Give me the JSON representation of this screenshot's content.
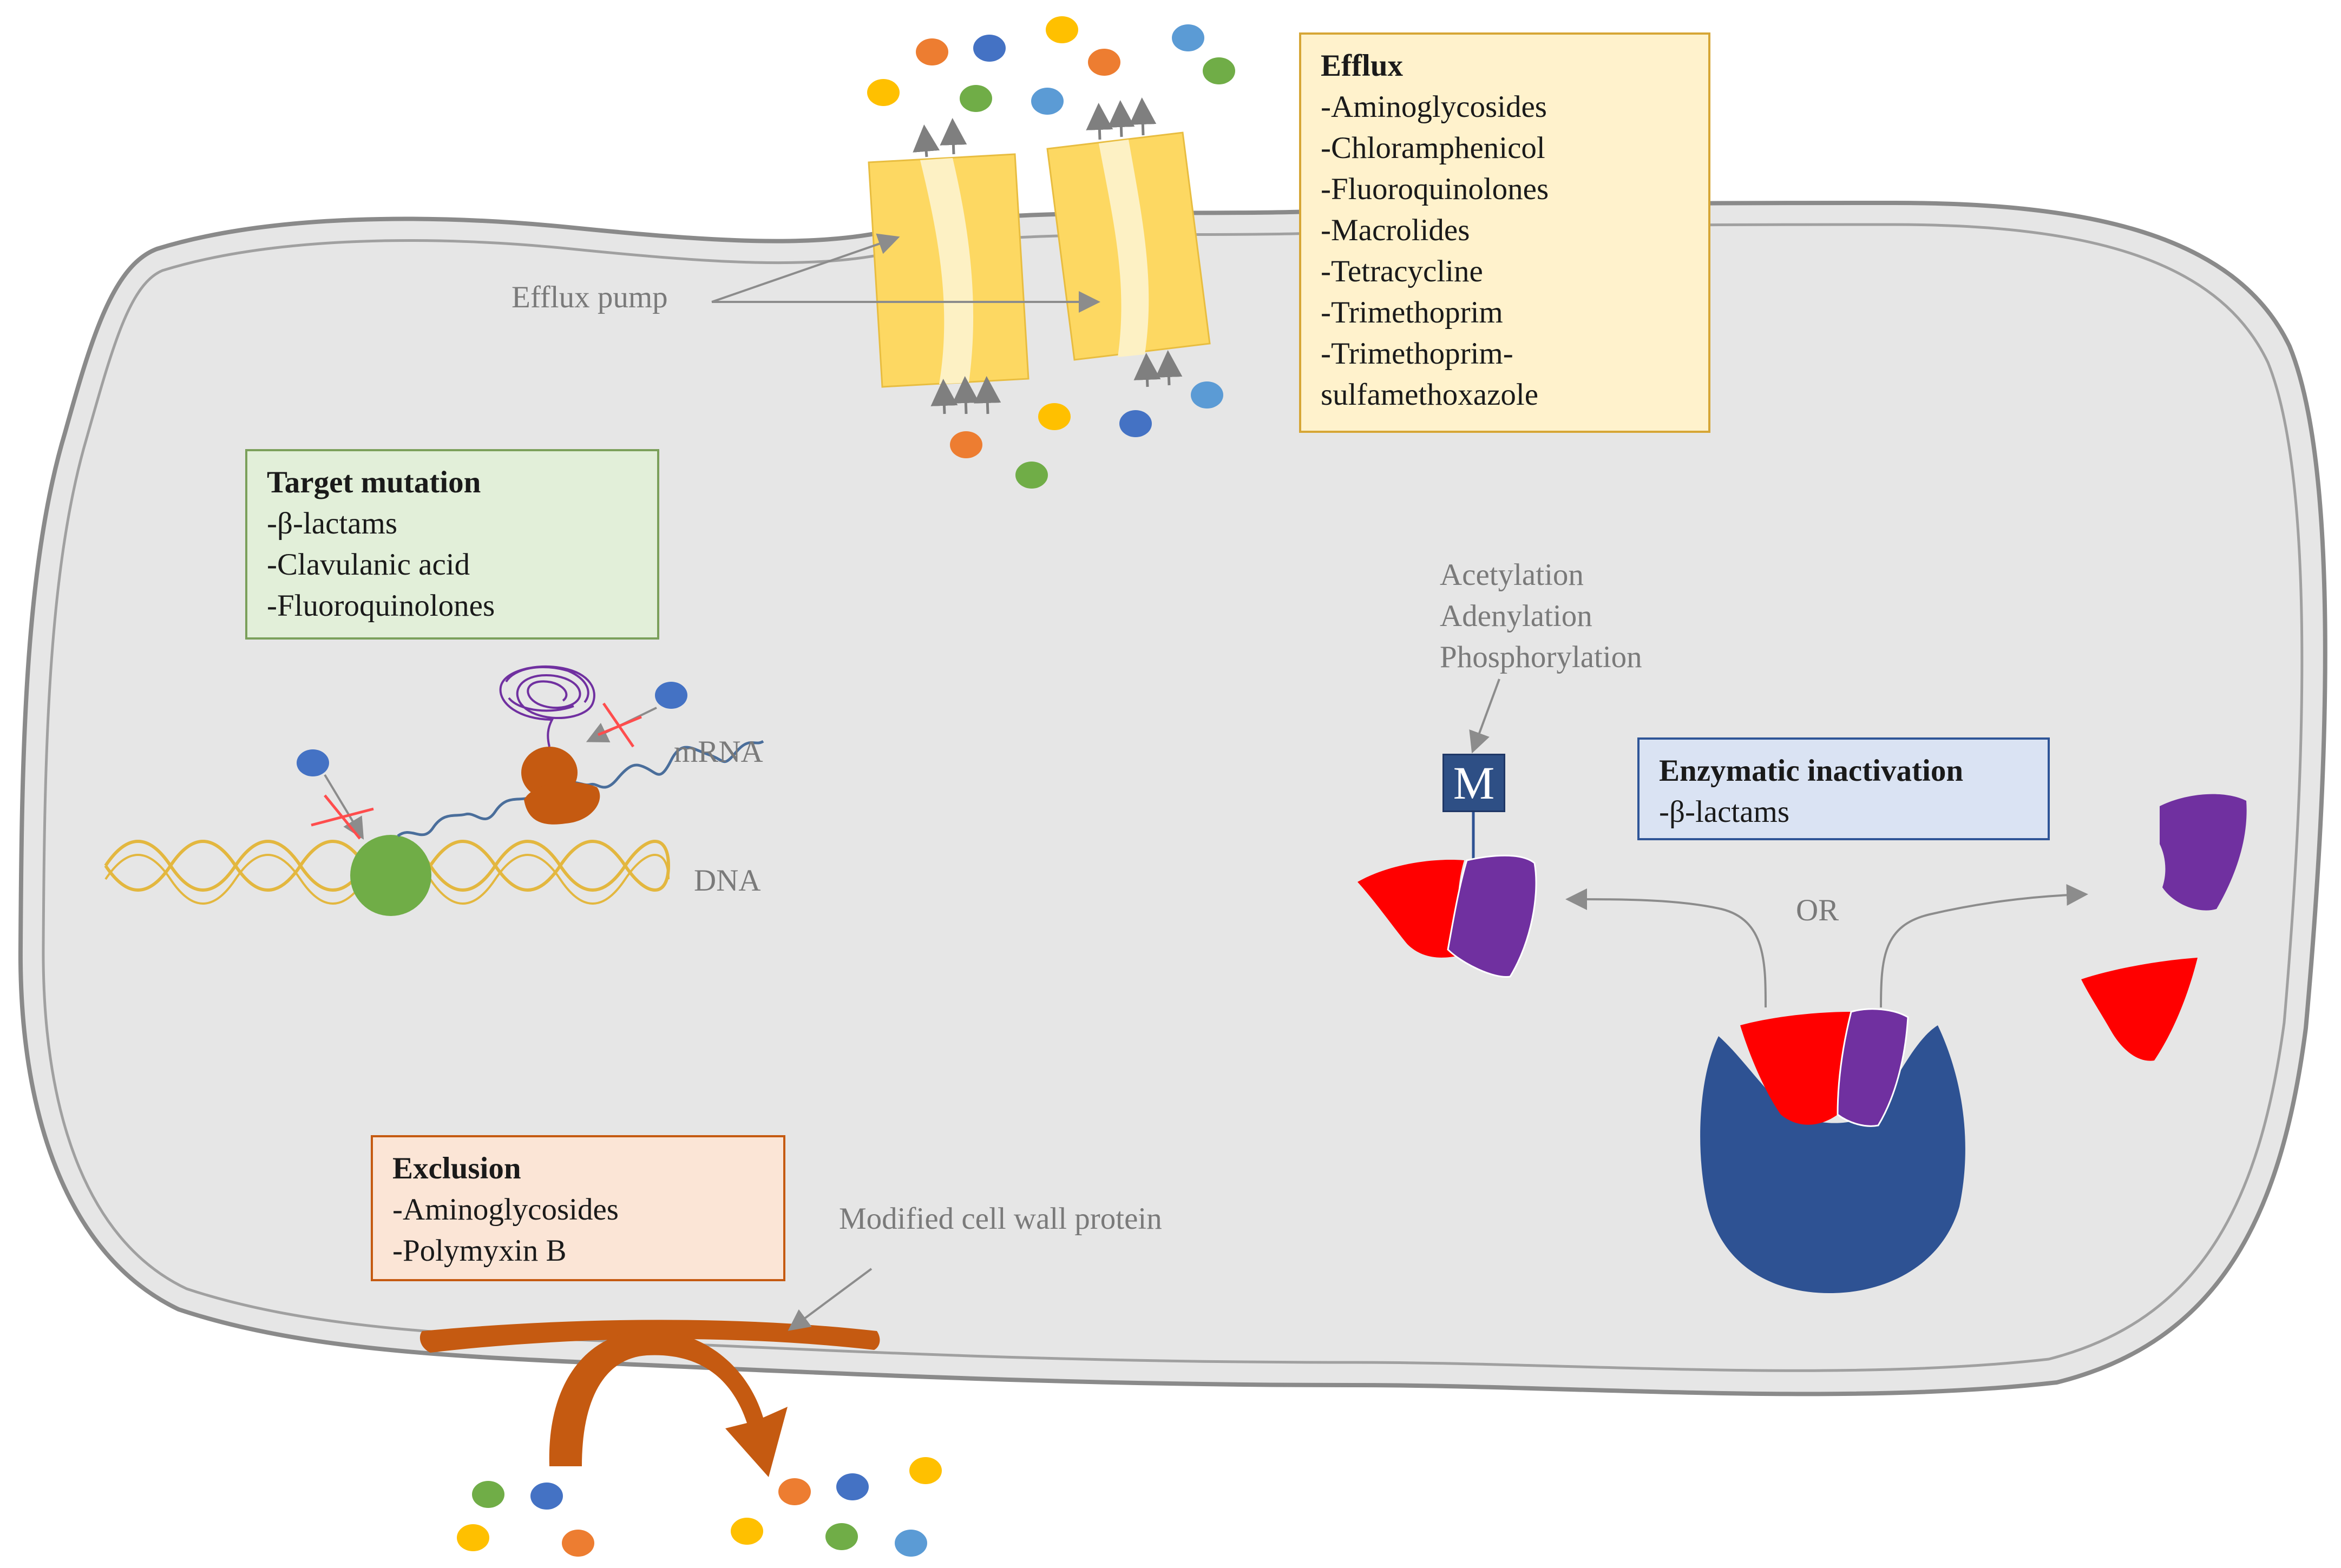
{
  "efflux_box": {
    "title": "Efflux",
    "items": [
      "-Aminoglycosides",
      "-Chloramphenicol",
      "-Fluoroquinolones",
      "-Macrolides",
      "-Tetracycline",
      "-Trimethoprim",
      "-Trimethoprim-",
      "sulfamethoxazole"
    ]
  },
  "target_box": {
    "title": "Target mutation",
    "items": [
      "-β-lactams",
      "-Clavulanic acid",
      "-Fluoroquinolones"
    ]
  },
  "enzymatic_box": {
    "title": "Enzymatic inactivation",
    "items": [
      "-β-lactams"
    ]
  },
  "exclusion_box": {
    "title": "Exclusion",
    "items": [
      "-Aminoglycosides",
      "-Polymyxin B"
    ]
  },
  "labels": {
    "efflux_pump": "Efflux pump",
    "mrna": "mRNA",
    "dna": "DNA",
    "modifications": [
      "Acetylation",
      "Adenylation",
      "Phosphorylation"
    ],
    "modifier": "M",
    "or": "OR",
    "modified_protein": "Modified cell wall protein"
  },
  "colors": {
    "cell_fill": "#e6e6e6",
    "cell_outline": "#8a8a8a",
    "pump": "#fdd862",
    "pump_channel": "#fdf1c4",
    "dna": "#e3b73f",
    "enzyme": "#2e5293",
    "substrate_red": "#ff0000",
    "substrate_purple": "#7030a0",
    "ribosome": "#c55a11",
    "exclusion_protein": "#c55a11",
    "molecule_orange": "#ed7d31",
    "molecule_navy": "#4472c4",
    "molecule_yellow": "#ffc000",
    "molecule_green": "#70ad47",
    "molecule_sky": "#5b9bd5",
    "efflux_box_fill": "#fff2cc",
    "efflux_box_border": "#d6a636",
    "target_box_fill": "#e2efd9",
    "target_box_border": "#7ba05b",
    "enzymatic_box_fill": "#dae3f3",
    "enzymatic_box_border": "#2f5597",
    "exclusion_box_fill": "#fbe5d6",
    "exclusion_box_border": "#c55a11"
  }
}
